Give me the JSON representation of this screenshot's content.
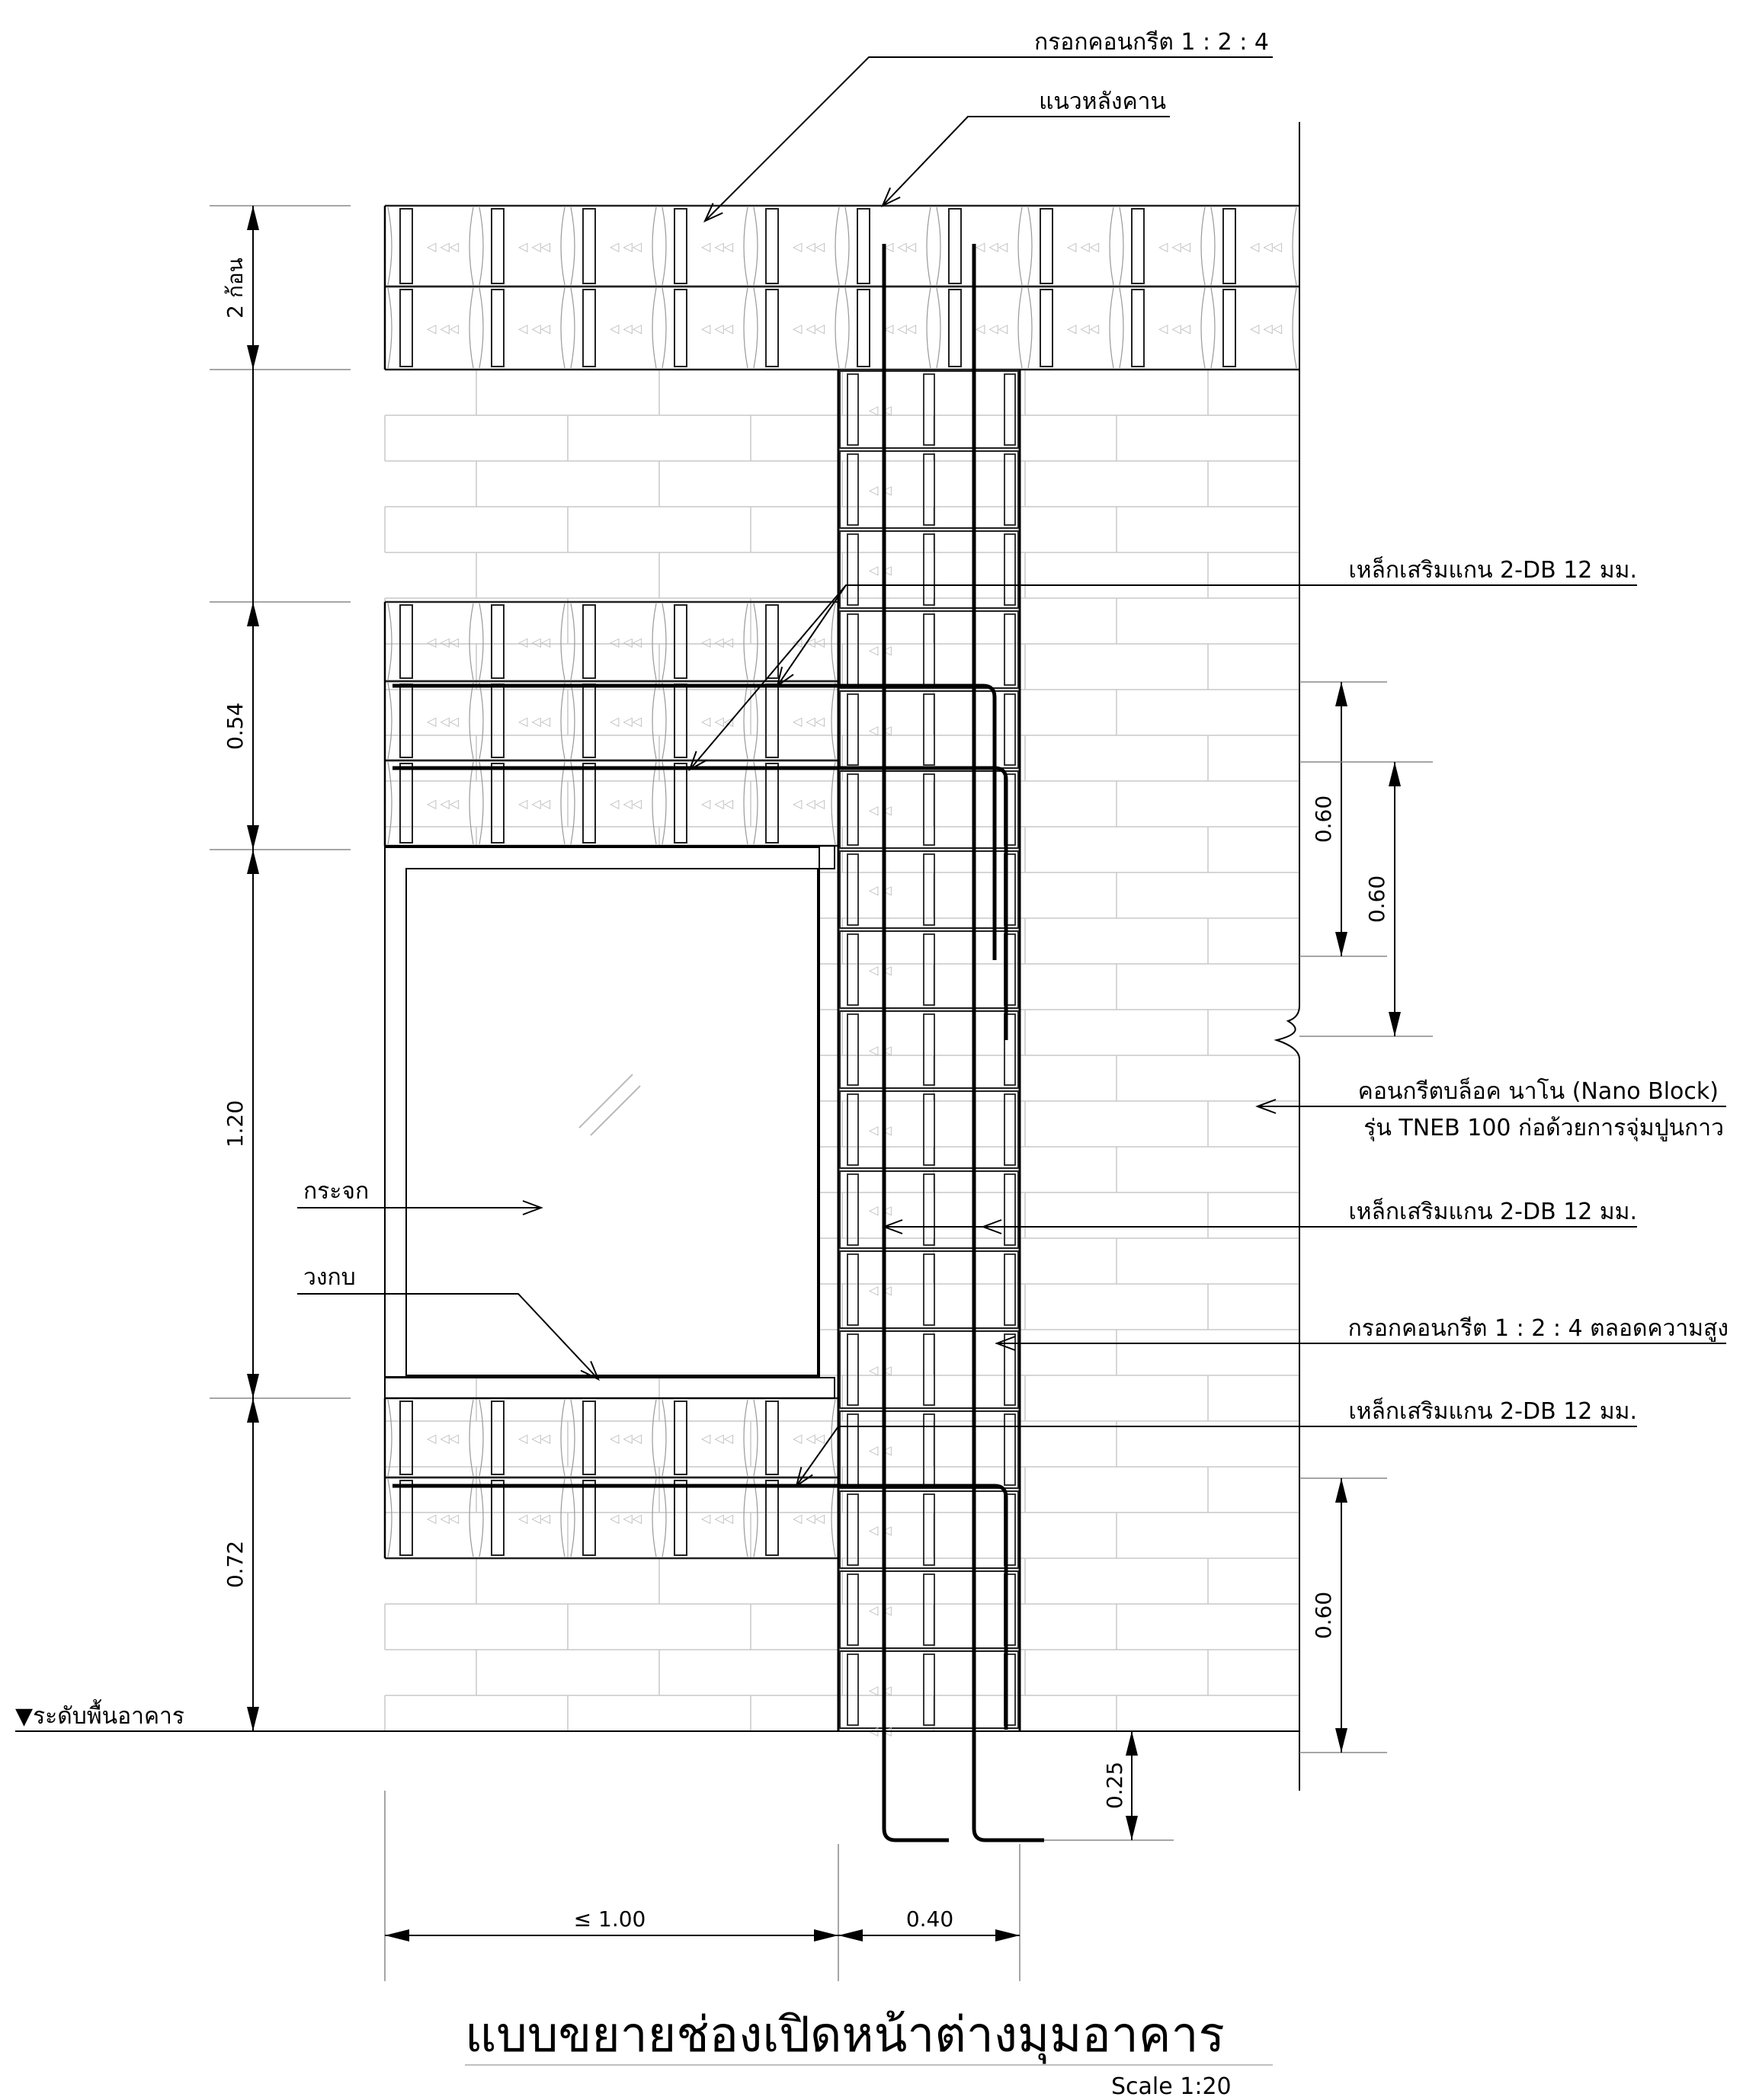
{
  "labels": {
    "grout_top": "กรอกคอนกรีต 1 : 2 : 4",
    "beam_line": "แนวหลังคาน",
    "rebar_upper": "เหล็กเสริมแกน  2-DB 12 มม.",
    "block_line1": "คอนกรีตบล็อค นาโน (Nano Block)",
    "block_line2": "รุ่น TNEB 100 ก่อด้วยการจุ่มปูนกาว",
    "rebar_middle": "เหล็กเสริมแกน  2-DB 12 มม.",
    "grout_full": "กรอกคอนกรีต 1 : 2 : 4 ตลอดความสูง",
    "rebar_lower": "เหล็กเสริมแกน  2-DB 12 มม.",
    "glass": "กระจก",
    "frame": "วงกบ",
    "floor_level": "▼ระดับพื้นอาคาร"
  },
  "dimensions": {
    "beam_courses": "2 ก้อน",
    "lintel": "0.54",
    "opening": "1.20",
    "sill": "0.72",
    "lap_a": "0.60",
    "lap_b": "0.60",
    "lap_bottom": "0.60",
    "embed": "0.25",
    "opening_width": "≤ 1.00",
    "column_width": "0.40"
  },
  "title": "แบบขยายช่องเปิดหน้าต่างมุมอาคาร",
  "scale": "Scale 1:20"
}
